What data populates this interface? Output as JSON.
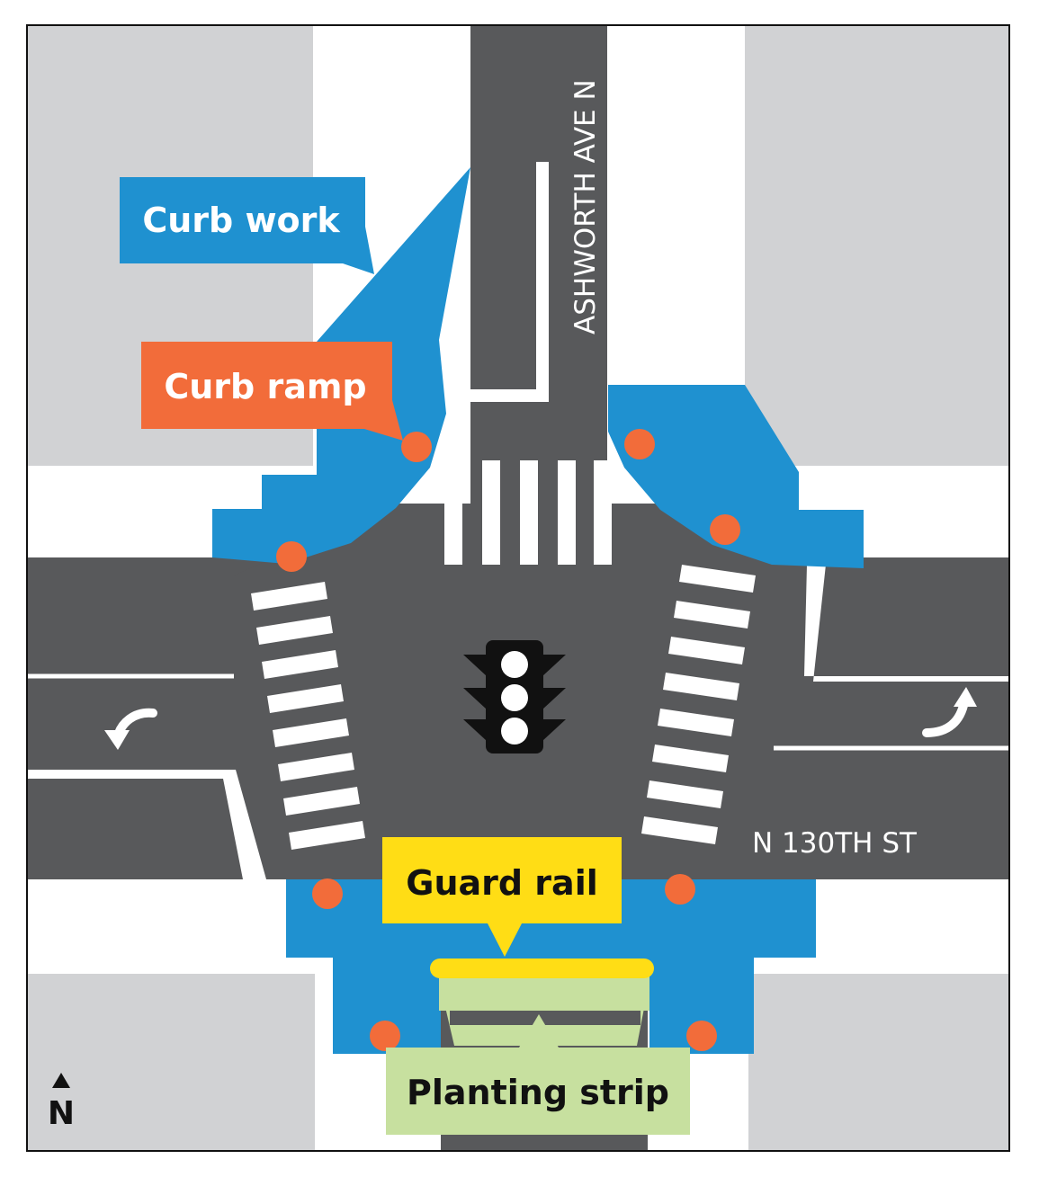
{
  "streets": {
    "north_south": "ASHWORTH AVE N",
    "east_west": "N 130TH ST"
  },
  "callouts": {
    "curb_work": "Curb work",
    "curb_ramp": "Curb ramp",
    "guard_rail": "Guard rail",
    "planting_strip": "Planting strip"
  },
  "north_arrow": {
    "label": "N",
    "icon": "north-arrow-icon"
  },
  "icons": {
    "traffic_signal": "traffic-signal-icon",
    "left_turn_arrow": "left-turn-arrow-icon",
    "right_turn_arrow": "right-turn-arrow-icon"
  },
  "colors": {
    "road": "#58595b",
    "block": "#d1d2d4",
    "sidewalk": "#ffffff",
    "curb_work": "#1f91d0",
    "curb_ramp": "#f26c3a",
    "guard_rail": "#ffdd15",
    "planting_strip": "#c7e09f",
    "signal": "#111111"
  }
}
